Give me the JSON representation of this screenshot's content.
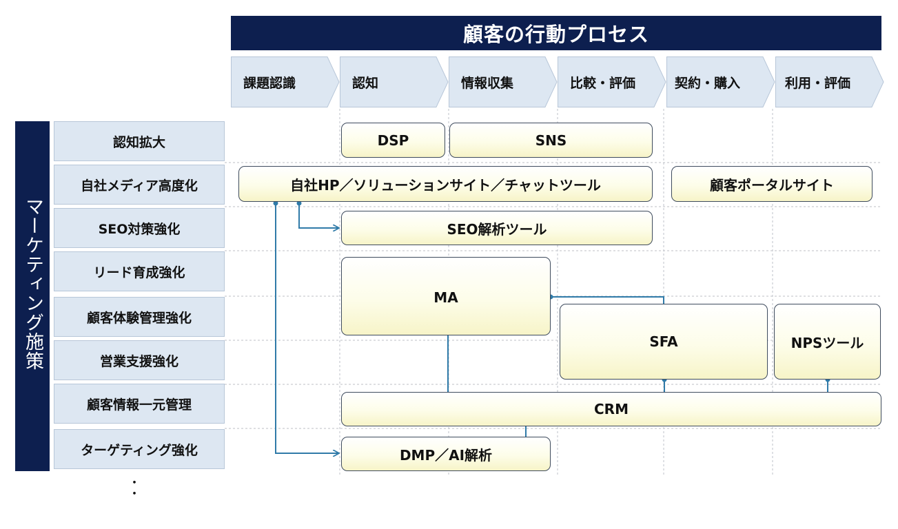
{
  "header": {
    "title": "顧客の行動プロセス"
  },
  "stages": [
    "課題認識",
    "認知",
    "情報収集",
    "比較・評価",
    "契約・購入",
    "利用・評価"
  ],
  "sidebar": {
    "title": "マーケティング施策"
  },
  "rows": [
    "認知拡大",
    "自社メディア高度化",
    "SEO対策強化",
    "リード育成強化",
    "顧客体験管理強化",
    "営業支援強化",
    "顧客情報一元管理",
    "ターゲティング強化"
  ],
  "continuation": "・\n・",
  "tools": {
    "dsp": "DSP",
    "sns": "SNS",
    "hp": "自社HP／ソリューションサイト／チャットツール",
    "portal": "顧客ポータルサイト",
    "seo": "SEO解析ツール",
    "ma": "MA",
    "sfa": "SFA",
    "nps": "NPSツール",
    "crm": "CRM",
    "dmp": "DMP／AI解析"
  },
  "colors": {
    "banner": "#0d1f4f",
    "stage_fill": "#dde7f2",
    "row_fill": "#dde7f2",
    "tool_fill": "#f7f4c8",
    "connector": "#2f7aa8"
  }
}
